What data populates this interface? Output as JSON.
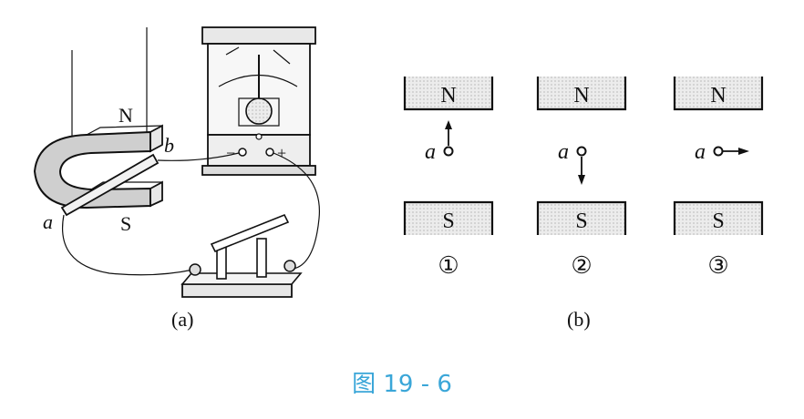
{
  "part_a": {
    "label": "(a)",
    "pole_n": "N",
    "pole_s": "S",
    "end_a": "a",
    "end_b": "b",
    "meter_minus": "−",
    "meter_plus": "+"
  },
  "part_b": {
    "label": "(b)",
    "cases": [
      {
        "north": "N",
        "south": "S",
        "wire": "a",
        "number": "①",
        "motion": "up"
      },
      {
        "north": "N",
        "south": "S",
        "wire": "a",
        "number": "②",
        "motion": "down"
      },
      {
        "north": "N",
        "south": "S",
        "wire": "a",
        "number": "③",
        "motion": "right"
      }
    ]
  },
  "caption": "图 19 - 6",
  "colors": {
    "ink": "#111111",
    "caption": "#3aa6d8",
    "magnet_fill": "#d9d9d9"
  }
}
